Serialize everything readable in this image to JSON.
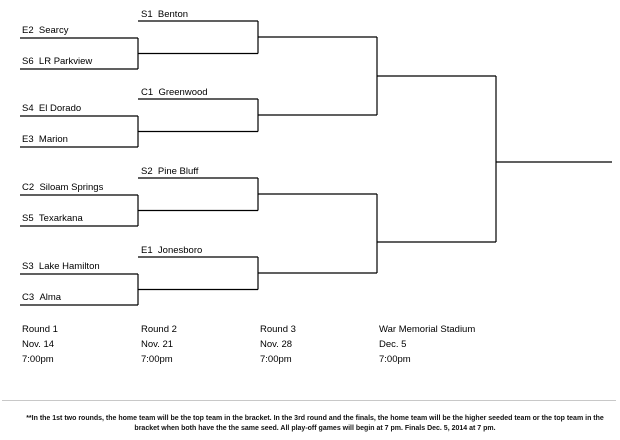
{
  "teams": [
    {
      "seed": "S1",
      "name": "Benton"
    },
    {
      "seed": "E2",
      "name": "Searcy"
    },
    {
      "seed": "S6",
      "name": "LR Parkview"
    },
    {
      "seed": "C1",
      "name": "Greenwood"
    },
    {
      "seed": "S4",
      "name": "El Dorado"
    },
    {
      "seed": "E3",
      "name": "Marion"
    },
    {
      "seed": "S2",
      "name": "Pine Bluff"
    },
    {
      "seed": "C2",
      "name": "Siloam Springs"
    },
    {
      "seed": "S5",
      "name": "Texarkana"
    },
    {
      "seed": "E1",
      "name": "Jonesboro"
    },
    {
      "seed": "S3",
      "name": "Lake Hamilton"
    },
    {
      "seed": "C3",
      "name": "Alma"
    }
  ],
  "rounds": [
    {
      "name": "Round 1",
      "date": "Nov. 14",
      "time": "7:00pm"
    },
    {
      "name": "Round 2",
      "date": "Nov. 21",
      "time": "7:00pm"
    },
    {
      "name": "Round 3",
      "date": "Nov. 28",
      "time": "7:00pm"
    },
    {
      "name": "War Memorial Stadium",
      "date": "Dec. 5",
      "time": "7:00pm"
    }
  ],
  "footnote": "**In the 1st two rounds, the home team will be the top team in the bracket.  In the 3rd round and the finals, the home team will be the higher seeded team or the top team in the bracket when both have the the same seed. All play-off games will begin at 7 pm. Finals Dec. 5, 2014 at 7 pm."
}
